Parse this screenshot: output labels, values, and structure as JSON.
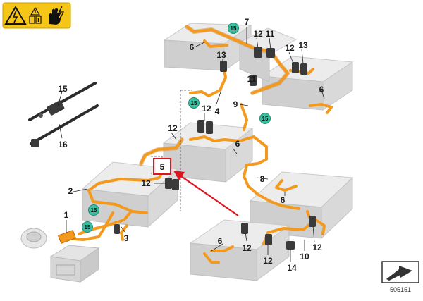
{
  "warning_icons": [
    "high-voltage-warning-icon",
    "read-manual-icon",
    "no-touch-hand-icon"
  ],
  "colors": {
    "cable": "#f39a1e",
    "badge": "#3bbfa0",
    "warning_bg": "#f5c518",
    "callout_box": "#e0141e",
    "arrow": "#e0141e"
  },
  "badge_label": "15",
  "callouts": {
    "c1": "1",
    "c2": "2",
    "c3": "3",
    "c4": "4",
    "c5": "5",
    "c6": "6",
    "c7": "7",
    "c8": "8",
    "c9": "9",
    "c10": "10",
    "c11": "11",
    "c12": "12",
    "c13": "13",
    "c14": "14",
    "c15": "15",
    "c16": "16"
  },
  "reference_number": "505151",
  "nav_icon": "next-page-arrow-icon"
}
